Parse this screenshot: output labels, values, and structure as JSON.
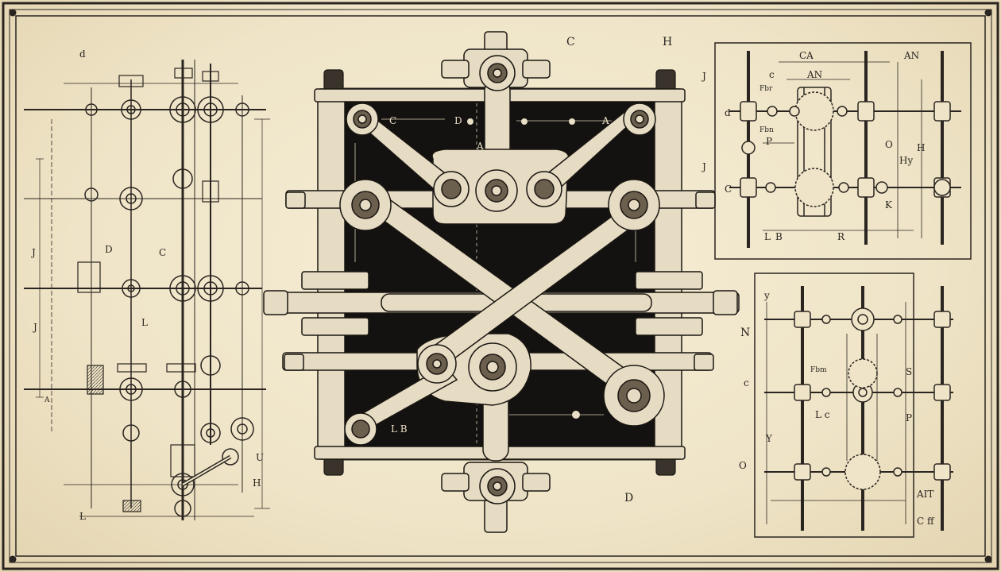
{
  "image": {
    "colors": {
      "paper": "#efe4c7",
      "ink": "#2a2520",
      "plate": "#141210",
      "metal": "#e6dcc3"
    }
  },
  "labels": {
    "top_c": "C",
    "top_h": "H",
    "bottom_d": "D",
    "left_d_top": "d",
    "left_j": "J",
    "left_d_mid": "D",
    "left_c_mid": "C",
    "left_j2": "J",
    "left_l_mid": "L",
    "left_u": "U",
    "left_h": "H",
    "left_l": "L",
    "left_a": "A",
    "plate_c": "C",
    "plate_d": "D",
    "plate_a": "A",
    "plate_a2": "A",
    "plate_lb": "L B",
    "tr_ca": "CA",
    "tr_an": "AN",
    "tr_an2": "AN",
    "tr_j": "J",
    "tr_c": "c",
    "tr_d": "d",
    "tr_j2": "J",
    "tr_c2": "C",
    "tr_o": "O",
    "tr_h": "H",
    "tr_hy": "Hy",
    "tr_k": "K",
    "tr_l": "L",
    "tr_b": "B",
    "tr_r": "R",
    "tr_fc": "P",
    "tr_note1": "Fbr",
    "tr_note2": "Fbn",
    "br_n": "N",
    "br_c": "c",
    "br_y": "Y",
    "br_o": "O",
    "br_s": "S",
    "br_p": "P",
    "br_lc": "L c",
    "br_aff": "AIT",
    "br_cff": "C ff",
    "br_y2": "y",
    "br_note": "Fbm"
  }
}
